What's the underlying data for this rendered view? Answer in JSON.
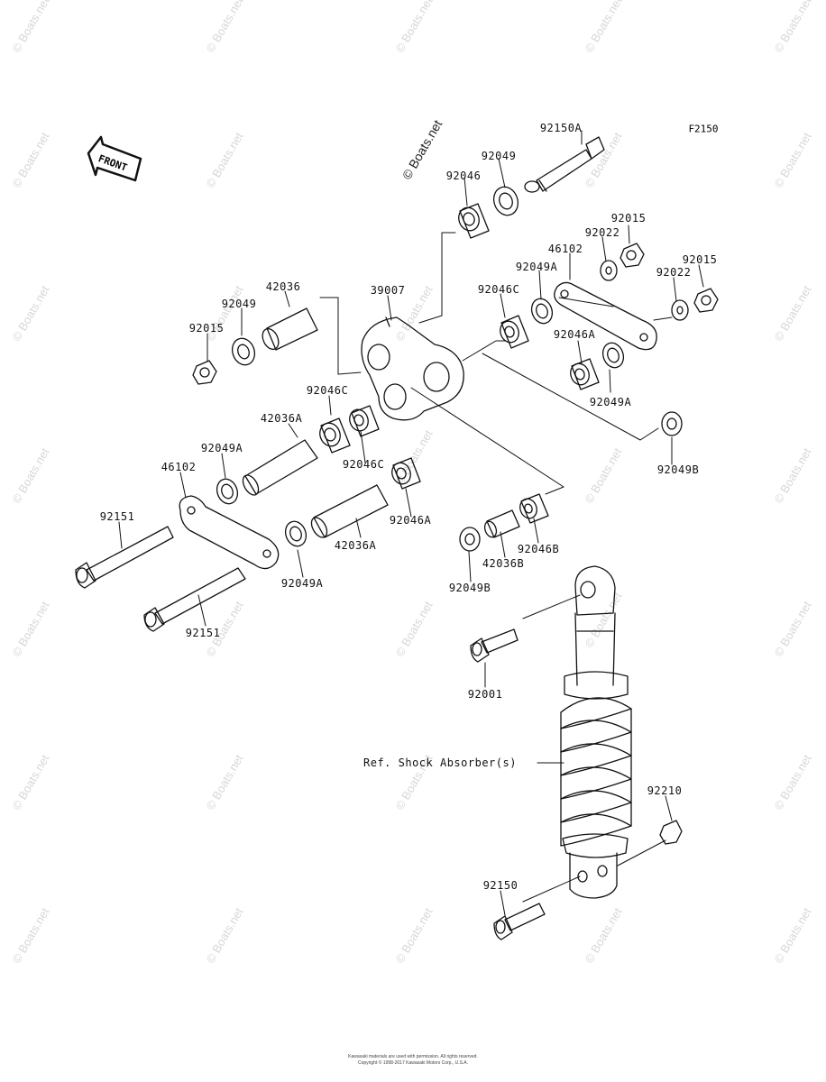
{
  "diagram": {
    "figure_code": "F2150",
    "front_label": "FRONT",
    "center_watermark": "© Boats.net",
    "watermark_text": "© Boats.net",
    "reference_label": "Ref. Shock Absorber(s)",
    "copyright_line1": "Kawasaki materials are used with permission. All rights reserved.",
    "copyright_line2": "Copyright © 1998-2017 Kawasaki Motors Corp., U.S.A."
  },
  "parts": [
    {
      "id": "p1",
      "number": "92150A"
    },
    {
      "id": "p2",
      "number": "92049"
    },
    {
      "id": "p3",
      "number": "92046"
    },
    {
      "id": "p4",
      "number": "92015"
    },
    {
      "id": "p5",
      "number": "92022"
    },
    {
      "id": "p6",
      "number": "46102"
    },
    {
      "id": "p7",
      "number": "92015"
    },
    {
      "id": "p8",
      "number": "92049A"
    },
    {
      "id": "p9",
      "number": "92022"
    },
    {
      "id": "p10",
      "number": "42036"
    },
    {
      "id": "p11",
      "number": "39007"
    },
    {
      "id": "p12",
      "number": "92046C"
    },
    {
      "id": "p13",
      "number": "92049"
    },
    {
      "id": "p14",
      "number": "92015"
    },
    {
      "id": "p15",
      "number": "92046A"
    },
    {
      "id": "p16",
      "number": "92049A"
    },
    {
      "id": "p17",
      "number": "92046C"
    },
    {
      "id": "p18",
      "number": "42036A"
    },
    {
      "id": "p19",
      "number": "92049B"
    },
    {
      "id": "p20",
      "number": "92049A"
    },
    {
      "id": "p21",
      "number": "92046C"
    },
    {
      "id": "p22",
      "number": "46102"
    },
    {
      "id": "p23",
      "number": "92046A"
    },
    {
      "id": "p24",
      "number": "92151"
    },
    {
      "id": "p25",
      "number": "42036A"
    },
    {
      "id": "p26",
      "number": "92046B"
    },
    {
      "id": "p27",
      "number": "42036B"
    },
    {
      "id": "p28",
      "number": "92049A"
    },
    {
      "id": "p29",
      "number": "92049B"
    },
    {
      "id": "p30",
      "number": "92151"
    },
    {
      "id": "p31",
      "number": "92001"
    },
    {
      "id": "p32",
      "number": "92210"
    },
    {
      "id": "p33",
      "number": "92150"
    }
  ]
}
